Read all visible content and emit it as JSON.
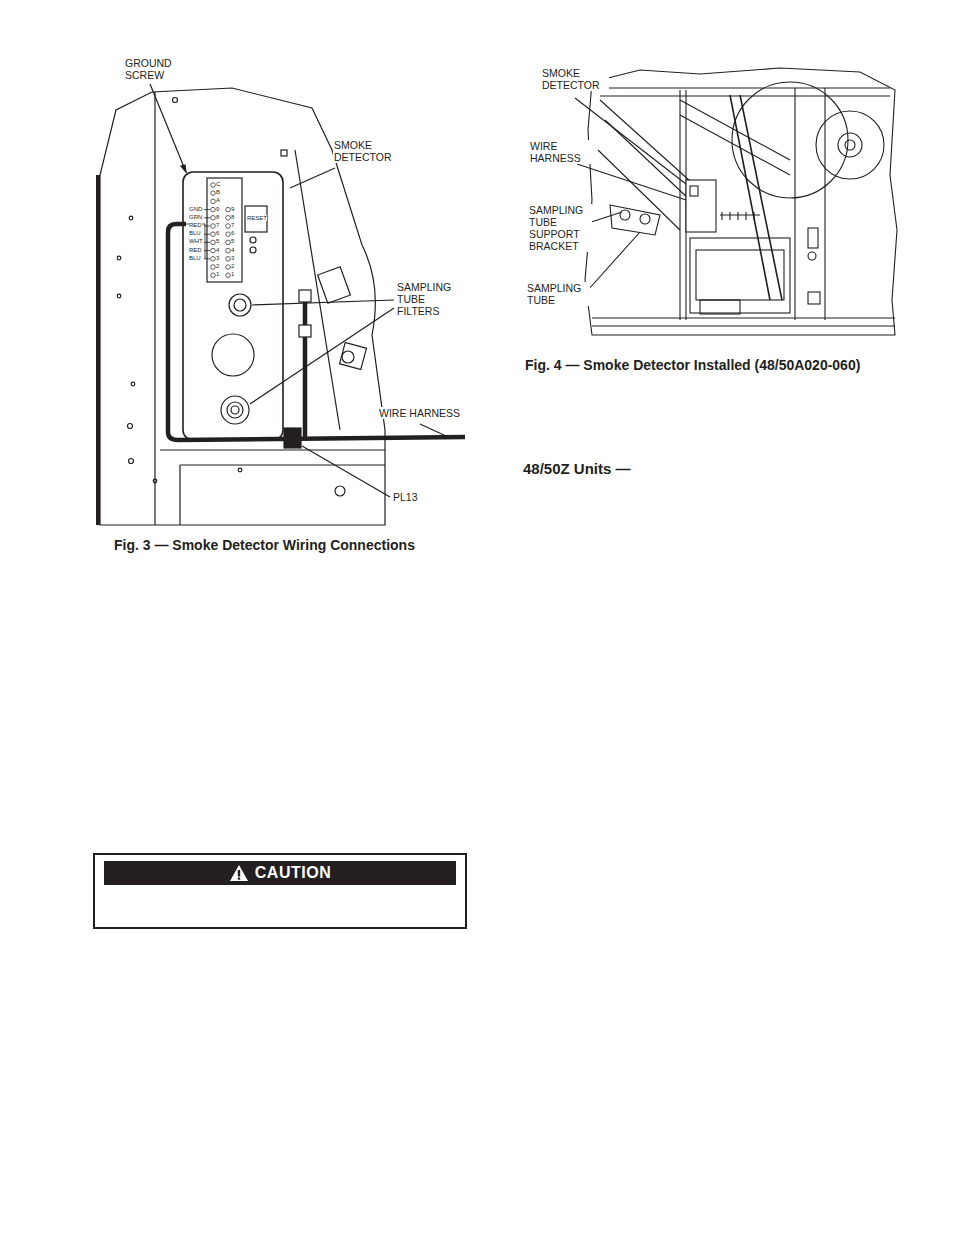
{
  "diagram": {
    "nodes": [
      {
        "text": [
          "CAUTION"
        ]
      }
    ],
    "labels": [
      "GROUND SCREW",
      "SMOKE DETECTOR",
      "SAMPLING TUBE FILTERS",
      "WIRE HARNESS",
      "PL13",
      "RESET",
      "C",
      "B",
      "A",
      "9",
      "8",
      "7",
      "6",
      "5",
      "4",
      "3",
      "2",
      "1",
      "9",
      "8",
      "7",
      "6",
      "5",
      "4",
      "3",
      "2",
      "1",
      "GND",
      "GRN",
      "RED",
      "BLU",
      "WHT",
      "RED",
      "BLU",
      "Fig. 3 — Smoke Detector Wiring Connections",
      "SMOKE DETECTOR",
      "WIRE HARNESS",
      "SAMPLING TUBE SUPPORT BRACKET",
      "SAMPLING TUBE",
      "Fig. 4 — Smoke Detector Installed (48/50A020-060)",
      "48/50Z Units —"
    ]
  }
}
